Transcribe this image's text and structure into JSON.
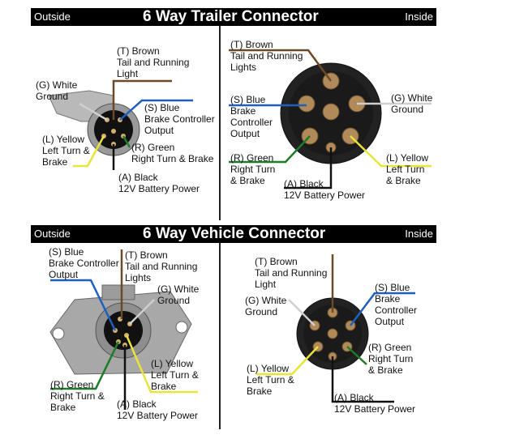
{
  "trailer": {
    "outside": "Outside",
    "title": "6 Way Trailer  Connector",
    "inside": "Inside",
    "left": {
      "T": "(T) Brown\nTail and Running\nLight",
      "G": "(G) White\nGround",
      "S": "(S) Blue\nBrake Controller\nOutput",
      "R": "(R) Green\nRight Turn & Brake",
      "L": "(L) Yellow\nLeft Turn &\nBrake",
      "A": "(A) Black\n12V Battery Power"
    },
    "right": {
      "T": "(T) Brown\nTail and Running\nLights",
      "S": "(S) Blue\nBrake\nController\nOutput",
      "G": "(G) White\nGround",
      "R": "(R) Green\nRight Turn\n& Brake",
      "A": "(A) Black\n12V Battery Power",
      "L": "(L) Yellow\nLeft Turn\n& Brake"
    }
  },
  "vehicle": {
    "outside": "Outside",
    "title": "6 Way Vehicle Connector",
    "inside": "Inside",
    "left": {
      "S": "(S) Blue\nBrake Controller\nOutput",
      "T": "(T) Brown\nTail and Running\nLights",
      "G": "(G) White\nGround",
      "L": "(L) Yellow\nLeft Turn &\nBrake",
      "R": "(R) Green\nRight Turn &\nBrake",
      "A": "(A) Black\n12V Battery Power"
    },
    "right": {
      "T": "(T) Brown\nTail and Running\nLight",
      "G": "(G) White\nGround",
      "S": "(S) Blue\nBrake\nController\nOutput",
      "R": "(R) Green\nRight Turn\n& Brake",
      "L": "(L) Yellow\nLeft Turn &\nBrake",
      "A": "(A) Black\n12V Battery Power"
    }
  },
  "wire_colors": {
    "brown": "#6b4a2a",
    "blue": "#1f5fbf",
    "green": "#1f7a2a",
    "yellow": "#e8e43a",
    "black": "#111111",
    "white": "#cfcfcf"
  }
}
